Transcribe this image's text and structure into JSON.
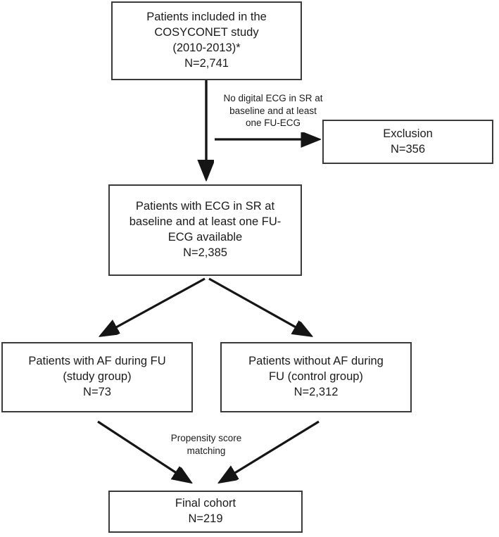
{
  "figure": {
    "type": "flowchart",
    "title": "COSYCONET study patient selection flow diagram",
    "orientation": "top-to-bottom"
  },
  "nodes": {
    "cohort_source": {
      "lines": [
        "Patients included in the",
        "COSYCONET study",
        "(2010-2013)*",
        "N=2,741"
      ],
      "n_label": "N=2,741",
      "n_value": 2741
    },
    "exclusion": {
      "lines": [
        "Exclusion",
        "N=356"
      ],
      "n_label": "N=356",
      "n_value": 356
    },
    "eligible": {
      "lines": [
        "Patients with ECG in SR at",
        "baseline and at least one FU-",
        "ECG available",
        "N=2,385"
      ],
      "n_label": "N=2,385",
      "n_value": 2385
    },
    "study_group": {
      "lines": [
        "Patients with AF during FU",
        "(study group)",
        "N=73"
      ],
      "n_label": "N=73",
      "n_value": 73
    },
    "control_group": {
      "lines": [
        "Patients without AF during",
        "FU (control group)",
        "N=2,312"
      ],
      "n_label": "N=2,312",
      "n_value": 2312
    },
    "final_cohort": {
      "lines": [
        "Final cohort",
        "N=219"
      ],
      "n_label": "N=219",
      "n_value": 219
    }
  },
  "edge_labels": {
    "exclusion_criteria": "No digital ECG in SR at\nbaseline and at least\none FU-ECG",
    "matching": "Propensity score\nmatching"
  },
  "colors": {
    "box_border": "#3a3a3a",
    "arrow": "#151515",
    "text": "#1b1b1b",
    "background": "#ffffff"
  }
}
